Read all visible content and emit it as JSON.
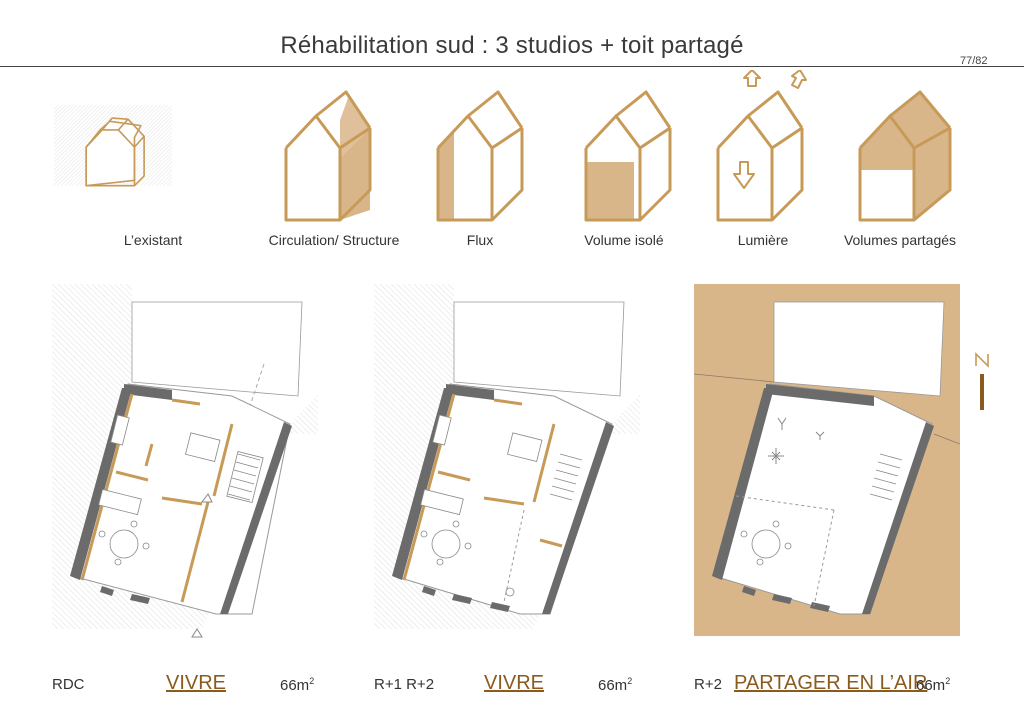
{
  "header": {
    "title": "Réhabilitation sud : 3 studios + toit partagé",
    "page_number": "77/82"
  },
  "concepts": [
    {
      "label": "L’existant",
      "icon": "house-existing-icon"
    },
    {
      "label": "Circulation/ Structure",
      "icon": "house-circulation-icon"
    },
    {
      "label": "Flux",
      "icon": "house-flux-icon"
    },
    {
      "label": "Volume isolé",
      "icon": "house-volume-icon"
    },
    {
      "label": "Lumière",
      "icon": "house-light-icon"
    },
    {
      "label": "Volumes partagés",
      "icon": "house-shared-icon"
    }
  ],
  "north_label": "N",
  "plans": [
    {
      "level": "RDC",
      "name": "VIVRE",
      "area": "66m",
      "area_unit_sup": "2"
    },
    {
      "level": "R+1 R+2",
      "name": "VIVRE",
      "area": "66m",
      "area_unit_sup": "2"
    },
    {
      "level": "R+2",
      "name": "PARTAGER EN L’AIR",
      "area": "66m",
      "area_unit_sup": "2"
    }
  ],
  "colors": {
    "accent": "#c79a58",
    "fill": "#d9b58a",
    "wall": "#6b6b6b",
    "caption": "#8a5a1e"
  }
}
